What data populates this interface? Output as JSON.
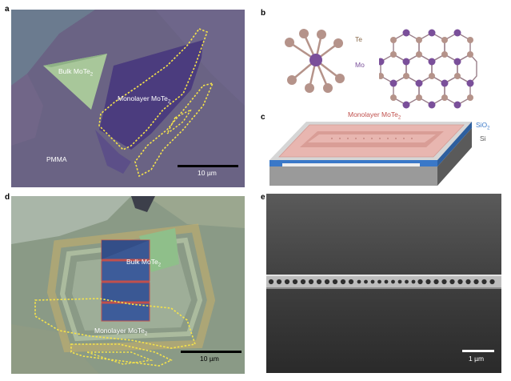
{
  "panel_a": {
    "letter": "a",
    "bulk_label": "Bulk MoTe",
    "bulk_sub": "2",
    "mono_label": "Monolayer MoTe",
    "mono_sub": "2",
    "substrate_label": "PMMA",
    "scale_text": "10 µm"
  },
  "panel_b": {
    "letter": "b",
    "te_label": "Te",
    "mo_label": "Mo",
    "colors": {
      "te": "#b5938a",
      "mo": "#7a4f9a"
    }
  },
  "panel_c": {
    "letter": "c",
    "mono_label": "Monolayer MoTe",
    "mono_sub": "2",
    "sio2_label": "SiO",
    "sio2_sub": "2",
    "si_label": "Si",
    "colors": {
      "mono": "#c0504d",
      "sio2": "#3a78c8",
      "si": "#5a5a5a"
    }
  },
  "panel_d": {
    "letter": "d",
    "bulk_label": "Bulk MoTe",
    "bulk_sub": "2",
    "mono_label": "Monolayer MoTe",
    "mono_sub": "2",
    "scale_text": "10 µm"
  },
  "panel_e": {
    "letter": "e",
    "scale_text": "1 µm"
  },
  "colors": {
    "outline_yellow": "#f5e34a"
  }
}
